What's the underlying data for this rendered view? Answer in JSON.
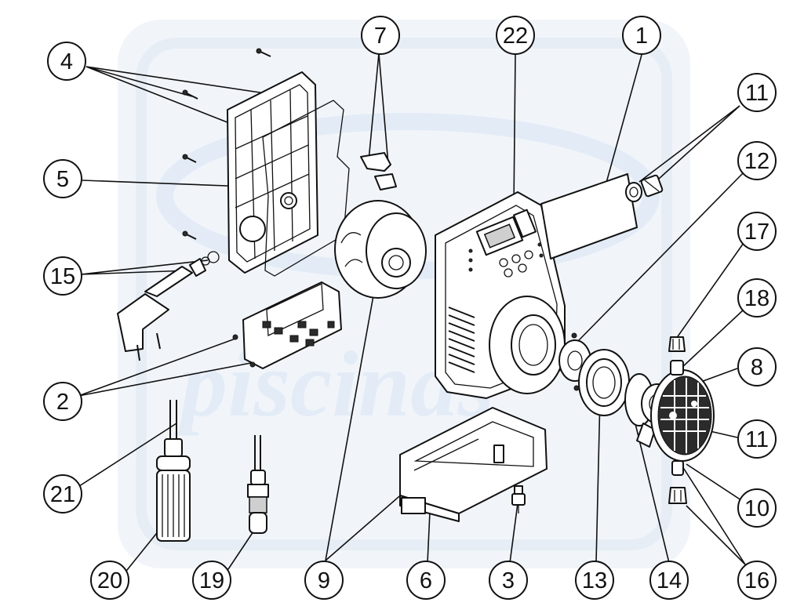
{
  "watermark": {
    "text": "piscinas",
    "color": "#e3ecf6"
  },
  "callouts": [
    {
      "id": "c1",
      "label": "1"
    },
    {
      "id": "c2",
      "label": "2"
    },
    {
      "id": "c3",
      "label": "3"
    },
    {
      "id": "c4",
      "label": "4"
    },
    {
      "id": "c5",
      "label": "5"
    },
    {
      "id": "c6",
      "label": "6"
    },
    {
      "id": "c7",
      "label": "7"
    },
    {
      "id": "c8",
      "label": "8"
    },
    {
      "id": "c9",
      "label": "9"
    },
    {
      "id": "c10",
      "label": "10"
    },
    {
      "id": "c11a",
      "label": "11"
    },
    {
      "id": "c11b",
      "label": "11"
    },
    {
      "id": "c12",
      "label": "12"
    },
    {
      "id": "c13",
      "label": "13"
    },
    {
      "id": "c14",
      "label": "14"
    },
    {
      "id": "c15",
      "label": "15"
    },
    {
      "id": "c16",
      "label": "16"
    },
    {
      "id": "c17",
      "label": "17"
    },
    {
      "id": "c18",
      "label": "18"
    },
    {
      "id": "c19",
      "label": "19"
    },
    {
      "id": "c20",
      "label": "20"
    },
    {
      "id": "c21",
      "label": "21"
    },
    {
      "id": "c22",
      "label": "22"
    }
  ]
}
